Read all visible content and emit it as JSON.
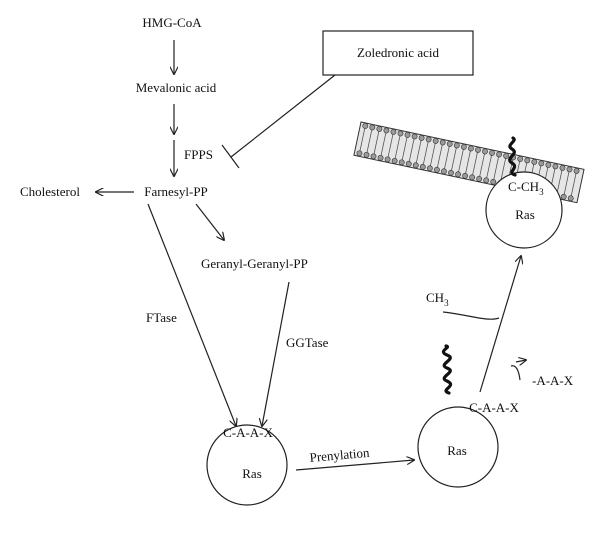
{
  "pathway": {
    "hmg_coa": "HMG-CoA",
    "mevalonic_acid": "Mevalonic acid",
    "fpps": "FPPS",
    "farnesyl_pp": "Farnesyl-PP",
    "cholesterol": "Cholesterol",
    "geranyl_geranyl_pp": "Geranyl-Geranyl-PP",
    "ftase": "FTase",
    "ggtase": "GGTase"
  },
  "inhibitor": {
    "label": "Zoledronic acid"
  },
  "ras_unprocessed": {
    "motif": "C-A-A-X",
    "label": "Ras"
  },
  "prenylation": {
    "label": "Prenylation"
  },
  "ras_prenylated": {
    "motif": "C-A-A-X",
    "label": "Ras",
    "cleaved": "-A-A-X"
  },
  "methylation": {
    "donor_main": "CH",
    "donor_sub": "3"
  },
  "ras_membrane": {
    "motif_main": "C-CH",
    "motif_sub": "3",
    "label": "Ras"
  },
  "colors": {
    "stroke": "#222222",
    "background": "#ffffff"
  }
}
